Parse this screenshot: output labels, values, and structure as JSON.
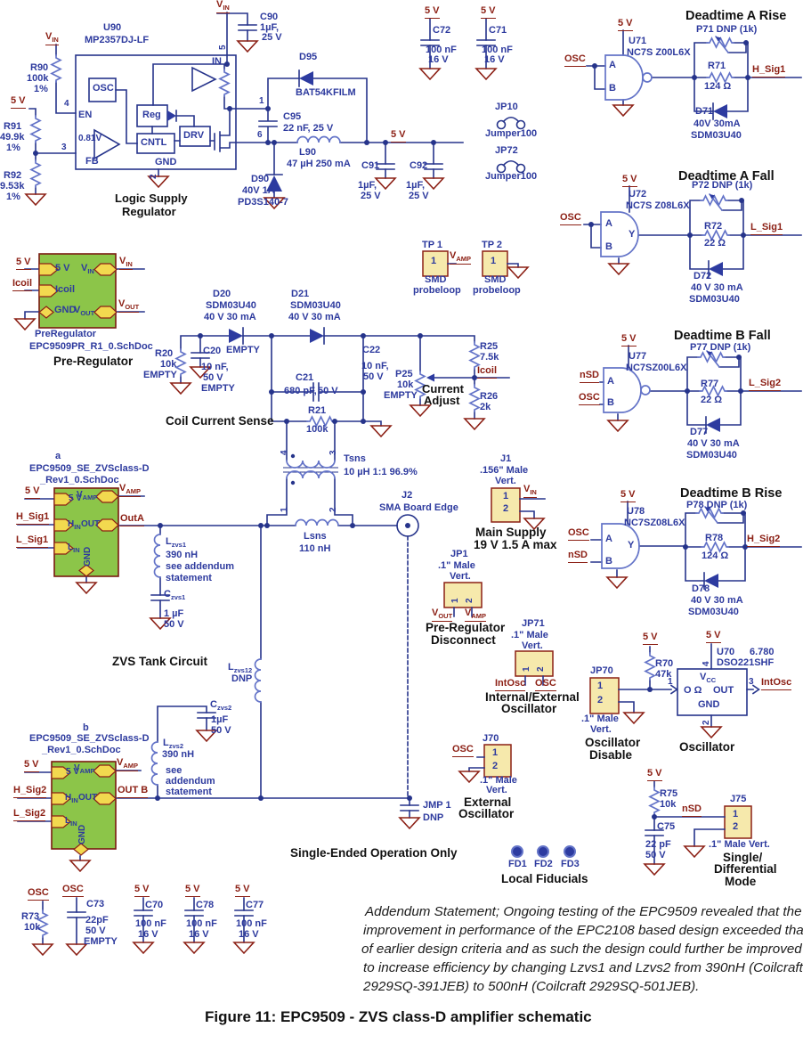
{
  "nets": {
    "v5": "5 V",
    "osc": "OSC",
    "nsd": "nSD",
    "icoil": "Icoil",
    "intosc": "IntOsc",
    "gnd": "GND",
    "out": "OUT",
    "empty": "EMPTY",
    "jumper100": "Jumper100",
    "male1": ".1\" Male",
    "vert": "Vert.",
    "smd": "SMD",
    "probeloop": "probeloop",
    "a": "A",
    "b": "B",
    "y": "Y",
    "p1": "1",
    "p2": "2",
    "p3": "3",
    "p4": "4",
    "p5": "5",
    "p6": "6"
  },
  "subs": {
    "vin": {
      "b": "V",
      "s": "IN"
    },
    "vamp": {
      "b": "V",
      "s": "AMP"
    },
    "vout": {
      "b": "V",
      "s": "OUT"
    },
    "vcc": {
      "b": "V",
      "s": "CC"
    },
    "hin": {
      "b": "H",
      "s": "IN"
    },
    "lin": {
      "b": "L",
      "s": "IN"
    },
    "lzvs1": {
      "b": "L",
      "s": "zvs1"
    },
    "czvs1": {
      "b": "C",
      "s": "zvs1"
    },
    "lzvs2": {
      "b": "L",
      "s": "zvs2"
    },
    "czvs2": {
      "b": "C",
      "s": "zvs2"
    },
    "lzvs12": {
      "b": "L",
      "s": "zvs12"
    }
  },
  "ls": {
    "u_ref": "U90",
    "u_part": "MP2357DJ-LF",
    "r90": "R90",
    "r90v": "100k",
    "r90t": "1%",
    "r91": "R91",
    "r91v": "49.9k",
    "r91t": "1%",
    "r92": "R92",
    "r92v": "9.53k",
    "r92t": "1%",
    "en": "EN",
    "fb": "FB",
    "in": "IN",
    "osc": "OSC",
    "reg": "Reg",
    "cntl": "CNTL",
    "drv": "DRV",
    "vref": "0.81V",
    "gnd": "GND",
    "t1": "Logic Supply",
    "t2": "Regulator",
    "c90": "C90",
    "c90a": "1µF,",
    "c90b": "25 V",
    "d90": "D90",
    "d90a": "40V 1A",
    "d90b": "PD3S140-7",
    "d95": "D95",
    "d95p": "BAT54KFILM",
    "c95": "C95",
    "c95v": "22 nF, 25 V",
    "l90": "L90",
    "l90v": "47 µH 250 mA",
    "c91": "C91",
    "c91a": "1µF,",
    "c91b": "25 V",
    "c92": "C92",
    "c92a": "1µF,",
    "c92b": "25 V"
  },
  "dec": {
    "c72": "C72",
    "c71": "C71",
    "v": "100 nF",
    "vv": "16 V"
  },
  "jmp": {
    "jp10": "JP10",
    "jp72": "JP72"
  },
  "dar": {
    "t": "Deadtime A Rise",
    "u": "U71",
    "up": "NC7S Z00L6X",
    "pot": "P71 DNP (1k)",
    "r": "R71",
    "rv": "124 Ω",
    "d": "D71",
    "dv": "40V 30mA",
    "dp": "SDM03U40",
    "sig": "H_Sig1"
  },
  "daf": {
    "t": "Deadtime A Fall",
    "u": "U72",
    "up": "NC7S Z08L6X",
    "pot": "P72 DNP (1k)",
    "r": "R72",
    "rv": "22 Ω",
    "d": "D72",
    "dv": "40 V 30 mA",
    "dp": "SDM03U40",
    "sig": "L_Sig1"
  },
  "dbf": {
    "t": "Deadtime B Fall",
    "u": "U77",
    "up": "NC7SZ00L6X",
    "pot": "P77 DNP (1k)",
    "r": "R77",
    "rv": "22 Ω",
    "d": "D77",
    "dv": "40 V 30 mA",
    "dp": "SDM03U40",
    "sig": "L_Sig2"
  },
  "dbr": {
    "t": "Deadtime B Rise",
    "u": "U78",
    "up": "NC7SZ08L6X",
    "pot": "P78 DNP (1k)",
    "r": "R78",
    "rv": "124 Ω",
    "d": "D78",
    "dv": "40 V 30 mA",
    "dp": "SDM03U40",
    "sig": "H_Sig2"
  },
  "pr": {
    "name": "PreRegulator",
    "doc": "EPC9509PR_R1_0.SchDoc",
    "t": "Pre-Regulator"
  },
  "ccs": {
    "d20": "D20",
    "d20p": "SDM03U40",
    "d20v": "40 V 30 mA",
    "d21": "D21",
    "d21p": "SDM03U40",
    "d21v": "40 V 30 mA",
    "r20": "R20",
    "r20v": "10k",
    "c20": "C20",
    "c20a": "10 nF,",
    "c20b": "50 V",
    "c21": "C21",
    "c21a": "680 pF,",
    "c21b": "50 V",
    "c22": "C22",
    "c22a": "10 nF,",
    "c22b": "50 V",
    "p25": "P25",
    "p25v": "10k",
    "adj1": "Current",
    "adj2": "Adjust",
    "r25": "R25",
    "r25v": "7.5k",
    "r26": "R26",
    "r26v": "2k",
    "r21": "R21",
    "r21v": "100k",
    "t": "Coil Current Sense"
  },
  "tp": {
    "tp1": "TP 1",
    "tp2": "TP 2"
  },
  "tr": {
    "ref": "Tsns",
    "v": "10 µH 1:1 96.9%",
    "lsns": "Lsns",
    "lsnsv": "110 nH",
    "j2": "J2",
    "j2t": "SMA Board Edge"
  },
  "j1": {
    "ref": "J1",
    "m": ".156\" Male",
    "v": "Vert.",
    "t1": "Main Supply",
    "t2": "19 V 1.5 A max"
  },
  "ba": {
    "des": "a",
    "n1": "EPC9509_SE_ZVSclass-D",
    "n2": "_Rev1_0.SchDoc",
    "outa": "OutA",
    "hsig": "H_Sig1",
    "lsig": "L_Sig1",
    "lv": "390 nH",
    "ls1": "see addendum",
    "ls2": "statement",
    "cv1": "1 µF",
    "cv2": "50 V",
    "t": "ZVS Tank Circuit"
  },
  "lz12": {
    "v": "DNP"
  },
  "jp1": {
    "ref": "JP1",
    "t1": "Pre-Regulator",
    "t2": "Disconnect"
  },
  "jp71": {
    "ref": "JP71",
    "t1": "Internal/External",
    "t2": "Oscillator"
  },
  "jp70": {
    "ref": "JP70",
    "t1": "Oscillator",
    "t2": "Disable",
    "r": "R70",
    "rv": "47k"
  },
  "u70": {
    "ref": "U70",
    "freq": "6.780",
    "part": "DSO221SHF",
    "oe": "O Ω",
    "out": "OUT",
    "gnd": "GND",
    "t": "Oscillator"
  },
  "bb": {
    "des": "b",
    "n1": "EPC9509_SE_ZVSclass-D",
    "n2": "_Rev1_0.SchDoc",
    "outb": "OUT B",
    "hsig": "H_Sig2",
    "lsig": "L_Sig2",
    "lv": "390 nH",
    "ls1": "see",
    "ls2": "addendum",
    "ls3": "statement",
    "cv1": "1µF",
    "cv2": "50 V"
  },
  "jmp1": {
    "ref": "JMP 1",
    "v": "DNP",
    "t": "Single-Ended Operation Only"
  },
  "j70": {
    "ref": "J70",
    "t1": "External",
    "t2": "Oscillator"
  },
  "fid": {
    "f1": "FD1",
    "f2": "FD2",
    "f3": "FD3",
    "t": "Local Fiducials"
  },
  "mode": {
    "r": "R75",
    "rv": "10k",
    "c": "C75",
    "ca": "22 pF",
    "cb": "50 V",
    "j": "J75",
    "m": ".1\" Male Vert.",
    "t1": "Single/",
    "t2": "Differential",
    "t3": "Mode"
  },
  "bot": {
    "r73": "R73",
    "r73v": "10k",
    "c73": "C73",
    "c73a": "22pF",
    "c73b": "50 V",
    "c70": "C70",
    "c78": "C78",
    "c77": "C77",
    "cv": "100 nF",
    "cvv": "16 V"
  },
  "add": {
    "l1": "Addendum Statement; Ongoing testing of the EPC9509 revealed that the",
    "l2": "improvement in performance of the EPC2108 based design exceeded that",
    "l3": "of earlier design criteria and as such the design could further be improved",
    "l4": "to increase efficiency by changing Lzvs1 and Lzvs2 from 390nH (Coilcraft",
    "l5": "2929SQ-391JEB) to 500nH (Coilcraft 2929SQ-501JEB)."
  },
  "caption": "Figure 11: EPC9509 - ZVS class-D amplifier schematic"
}
